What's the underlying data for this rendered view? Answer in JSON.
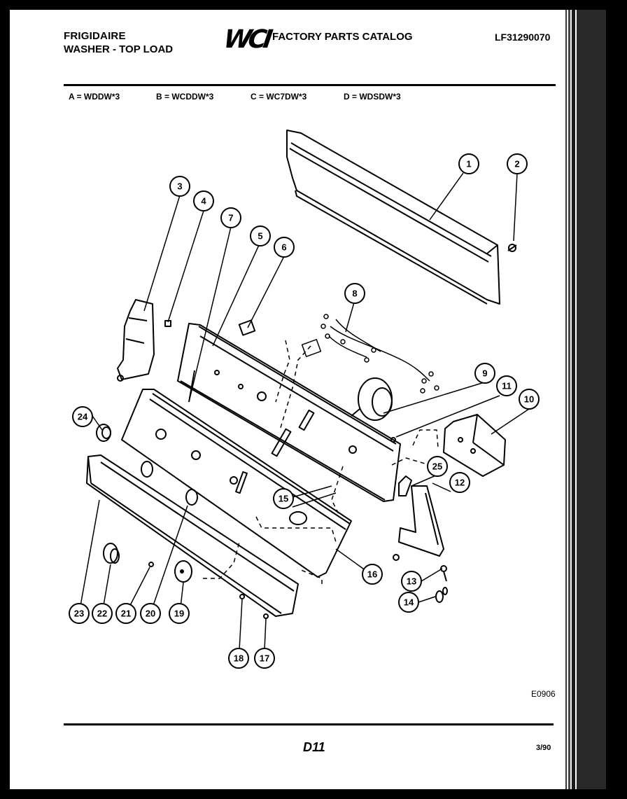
{
  "header": {
    "brand": "FRIGIDAIRE",
    "subtitle": "WASHER - TOP LOAD",
    "logo": "WCI",
    "catalog_title": "FACTORY PARTS CATALOG",
    "catalog_number": "LF31290070"
  },
  "models": [
    {
      "text": "A = WDDW*3"
    },
    {
      "text": "B = WCDDW*3"
    },
    {
      "text": "C = WC7DW*3"
    },
    {
      "text": "D = WDSDW*3"
    }
  ],
  "diagram": {
    "callouts": [
      "1",
      "2",
      "3",
      "4",
      "5",
      "6",
      "7",
      "8",
      "9",
      "10",
      "11",
      "12",
      "13",
      "14",
      "15",
      "16",
      "17",
      "18",
      "19",
      "20",
      "21",
      "22",
      "23",
      "24",
      "25"
    ]
  },
  "footer": {
    "drawing_ref": "E0906",
    "page": "D11",
    "date": "3/90"
  }
}
